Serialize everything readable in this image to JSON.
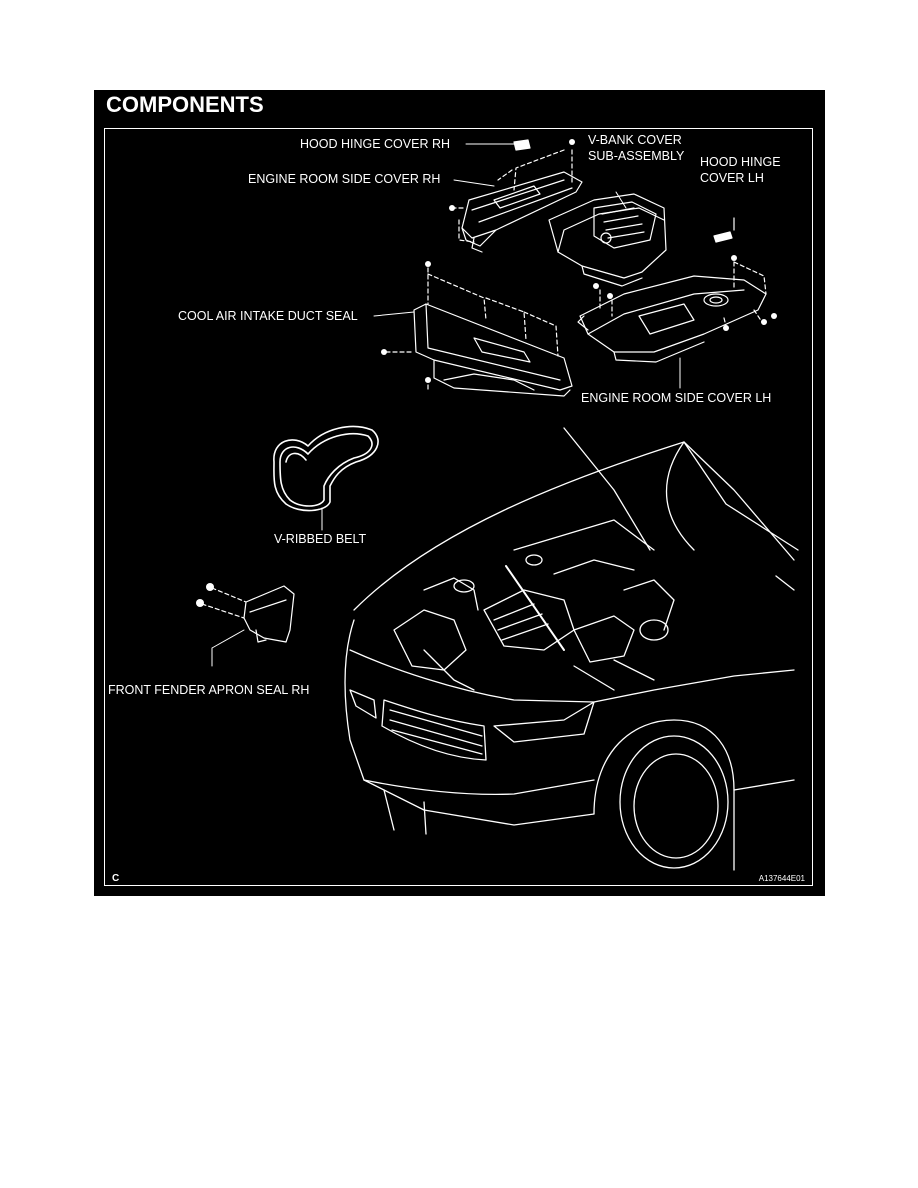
{
  "title": "COMPONENTS",
  "labels": {
    "hood_hinge_cover_rh": "HOOD HINGE COVER RH",
    "v_bank_cover_line1": "V-BANK COVER",
    "v_bank_cover_line2": "SUB-ASSEMBLY",
    "hood_hinge_cover_lh_line1": "HOOD HINGE",
    "hood_hinge_cover_lh_line2": "COVER LH",
    "engine_room_side_cover_rh": "ENGINE ROOM SIDE COVER RH",
    "cool_air_intake_duct_seal": "COOL AIR INTAKE DUCT SEAL",
    "engine_room_side_cover_lh": "ENGINE ROOM SIDE COVER LH",
    "v_ribbed_belt": "V-RIBBED BELT",
    "front_fender_apron_seal_rh": "FRONT FENDER APRON SEAL RH"
  },
  "footer": {
    "section_code": "C",
    "figure_code": "A137644E01"
  }
}
